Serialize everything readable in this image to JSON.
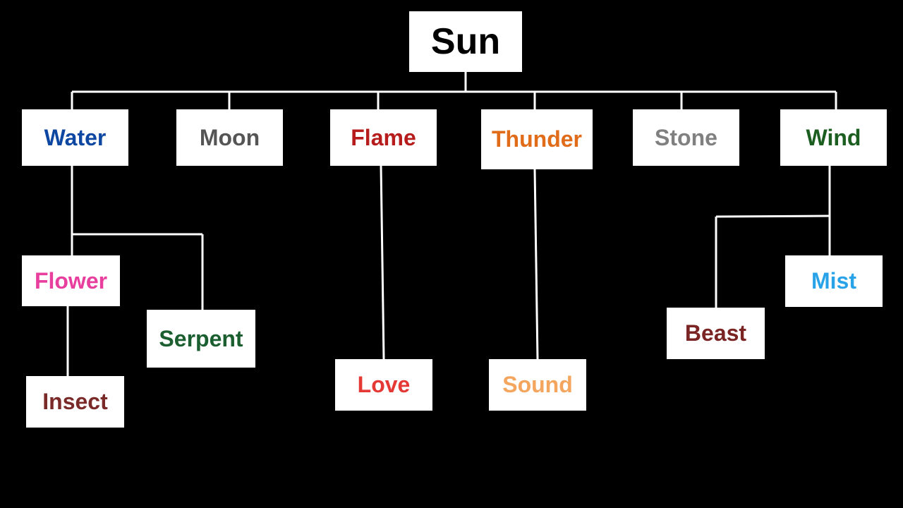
{
  "diagram": {
    "nodes": {
      "sun": {
        "label": "Sun",
        "color": "#000000"
      },
      "water": {
        "label": "Water",
        "color": "#0d47a1"
      },
      "moon": {
        "label": "Moon",
        "color": "#555555"
      },
      "flame": {
        "label": "Flame",
        "color": "#b71c1c"
      },
      "thunder": {
        "label": "Thunder",
        "color": "#e06c1a"
      },
      "stone": {
        "label": "Stone",
        "color": "#808080"
      },
      "wind": {
        "label": "Wind",
        "color": "#1b5e20"
      },
      "flower": {
        "label": "Flower",
        "color": "#e83e9e"
      },
      "serpent": {
        "label": "Serpent",
        "color": "#1b5e2f"
      },
      "insect": {
        "label": "Insect",
        "color": "#7b2a2a"
      },
      "love": {
        "label": "Love",
        "color": "#e53935"
      },
      "sound": {
        "label": "Sound",
        "color": "#f4a55e"
      },
      "beast": {
        "label": "Beast",
        "color": "#7b2424"
      },
      "mist": {
        "label": "Mist",
        "color": "#29a3e8"
      }
    },
    "edges": [
      {
        "from": "Sun",
        "to": "Water"
      },
      {
        "from": "Sun",
        "to": "Moon"
      },
      {
        "from": "Sun",
        "to": "Flame"
      },
      {
        "from": "Sun",
        "to": "Thunder"
      },
      {
        "from": "Sun",
        "to": "Stone"
      },
      {
        "from": "Sun",
        "to": "Wind"
      },
      {
        "from": "Water",
        "to": "Flower"
      },
      {
        "from": "Water",
        "to": "Serpent"
      },
      {
        "from": "Flower",
        "to": "Insect"
      },
      {
        "from": "Flame",
        "to": "Love"
      },
      {
        "from": "Thunder",
        "to": "Sound"
      },
      {
        "from": "Wind",
        "to": "Beast"
      },
      {
        "from": "Wind",
        "to": "Mist"
      }
    ],
    "background": "#000000",
    "box_color": "#ffffff",
    "line_color": "#ffffff"
  }
}
